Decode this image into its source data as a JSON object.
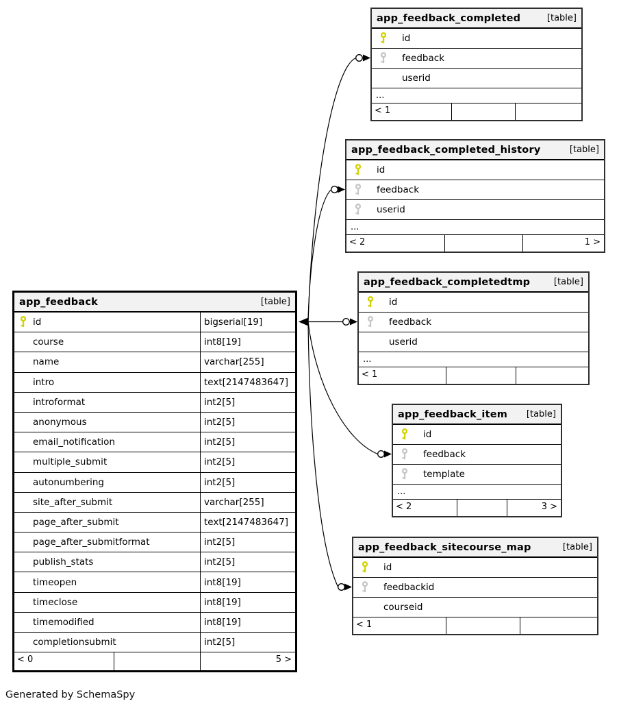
{
  "diagram": {
    "generator_note": "Generated by SchemaSpy",
    "badge_label": "[table]",
    "colors": {
      "pk_key": "#d2d200",
      "fk_key": "#c6c6c6",
      "header_bg": "#f2f2f2",
      "line": "#000000"
    },
    "main_table": {
      "name": "app_feedback",
      "columns": [
        {
          "name": "id",
          "type": "bigserial[19]",
          "key": "pk"
        },
        {
          "name": "course",
          "type": "int8[19]",
          "key": ""
        },
        {
          "name": "name",
          "type": "varchar[255]",
          "key": ""
        },
        {
          "name": "intro",
          "type": "text[2147483647]",
          "key": ""
        },
        {
          "name": "introformat",
          "type": "int2[5]",
          "key": ""
        },
        {
          "name": "anonymous",
          "type": "int2[5]",
          "key": ""
        },
        {
          "name": "email_notification",
          "type": "int2[5]",
          "key": ""
        },
        {
          "name": "multiple_submit",
          "type": "int2[5]",
          "key": ""
        },
        {
          "name": "autonumbering",
          "type": "int2[5]",
          "key": ""
        },
        {
          "name": "site_after_submit",
          "type": "varchar[255]",
          "key": ""
        },
        {
          "name": "page_after_submit",
          "type": "text[2147483647]",
          "key": ""
        },
        {
          "name": "page_after_submitformat",
          "type": "int2[5]",
          "key": ""
        },
        {
          "name": "publish_stats",
          "type": "int2[5]",
          "key": ""
        },
        {
          "name": "timeopen",
          "type": "int8[19]",
          "key": ""
        },
        {
          "name": "timeclose",
          "type": "int8[19]",
          "key": ""
        },
        {
          "name": "timemodified",
          "type": "int8[19]",
          "key": ""
        },
        {
          "name": "completionsubmit",
          "type": "int2[5]",
          "key": ""
        }
      ],
      "ellipsis": "",
      "footer": {
        "left": "< 0",
        "middle": "",
        "right": "5 >"
      }
    },
    "related_tables": [
      {
        "name": "app_feedback_completed",
        "columns": [
          {
            "name": "id",
            "key": "pk"
          },
          {
            "name": "feedback",
            "key": "fk"
          },
          {
            "name": "userid",
            "key": ""
          }
        ],
        "ellipsis": "...",
        "footer": {
          "left": "< 1",
          "middle": "",
          "right": ""
        }
      },
      {
        "name": "app_feedback_completed_history",
        "columns": [
          {
            "name": "id",
            "key": "pk"
          },
          {
            "name": "feedback",
            "key": "fk"
          },
          {
            "name": "userid",
            "key": "fk"
          }
        ],
        "ellipsis": "...",
        "footer": {
          "left": "< 2",
          "middle": "",
          "right": "1 >"
        }
      },
      {
        "name": "app_feedback_completedtmp",
        "columns": [
          {
            "name": "id",
            "key": "pk"
          },
          {
            "name": "feedback",
            "key": "fk"
          },
          {
            "name": "userid",
            "key": ""
          }
        ],
        "ellipsis": "...",
        "footer": {
          "left": "< 1",
          "middle": "",
          "right": ""
        }
      },
      {
        "name": "app_feedback_item",
        "columns": [
          {
            "name": "id",
            "key": "pk"
          },
          {
            "name": "feedback",
            "key": "fk"
          },
          {
            "name": "template",
            "key": "fk"
          }
        ],
        "ellipsis": "...",
        "footer": {
          "left": "< 2",
          "middle": "",
          "right": "3 >"
        }
      },
      {
        "name": "app_feedback_sitecourse_map",
        "columns": [
          {
            "name": "id",
            "key": "pk"
          },
          {
            "name": "feedbackid",
            "key": "fk"
          },
          {
            "name": "courseid",
            "key": ""
          }
        ],
        "ellipsis": "",
        "footer": {
          "left": "< 1",
          "middle": "",
          "right": ""
        }
      }
    ]
  }
}
